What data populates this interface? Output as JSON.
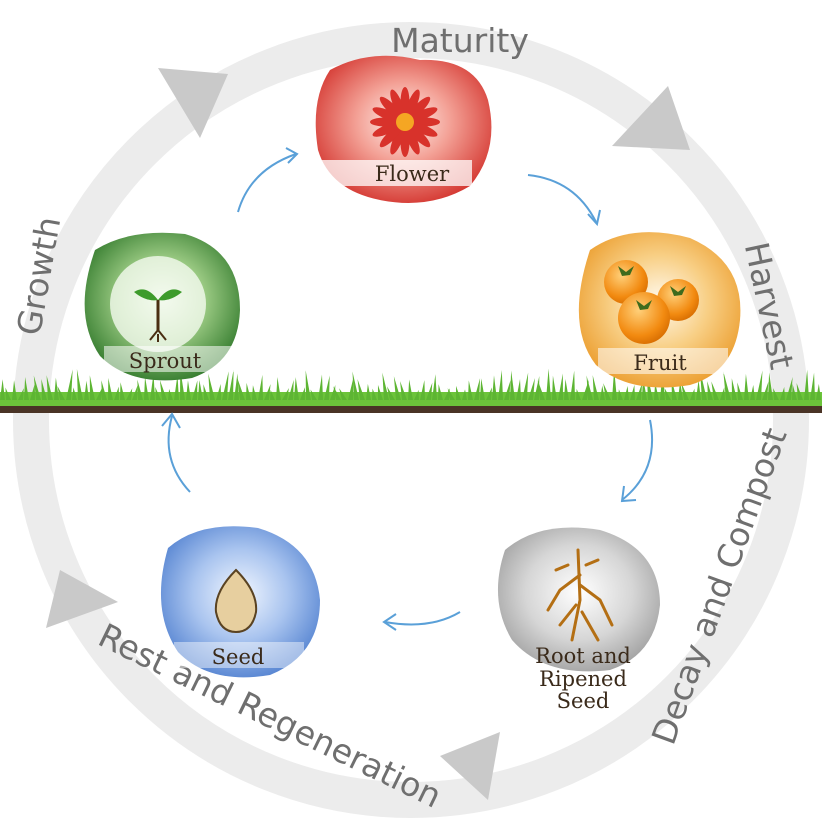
{
  "cycle": {
    "stages": {
      "maturity": "Maturity",
      "harvest": "Harvest",
      "decay_and_compost": "Decay and Compost",
      "rest_and_regeneration": "Rest and Regeneration",
      "growth": "Growth"
    }
  },
  "nodes": {
    "flower": {
      "label": "Flower",
      "color": "#d8322b"
    },
    "fruit": {
      "label": "Fruit",
      "color": "#f0a030"
    },
    "root": {
      "label_lines": [
        "Root and",
        "Ripened",
        "Seed"
      ],
      "color": "#9b9b9b"
    },
    "seed": {
      "label": "Seed",
      "color": "#4f7fcf"
    },
    "sprout": {
      "label": "Sprout",
      "color": "#2f7a2a"
    }
  },
  "colors": {
    "ring": "#ececec",
    "ring_arrow": "#c9c9c9",
    "grass": "#6cc43a",
    "soil": "#4a3426",
    "connector_arrow": "#5aa0d8"
  }
}
